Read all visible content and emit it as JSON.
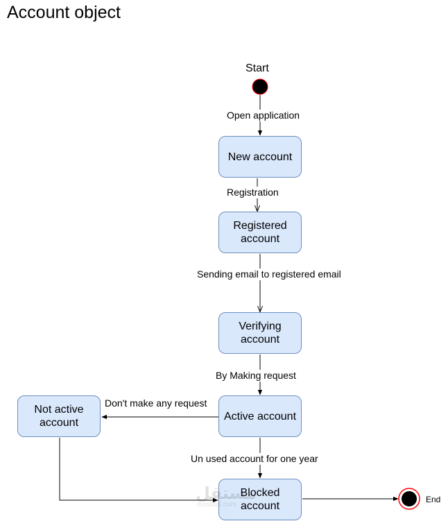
{
  "title": "Account object",
  "start_label": "Start",
  "end_label": "End",
  "states": {
    "new": "New account",
    "registered": "Registered account",
    "verifying": "Verifying account",
    "active": "Active account",
    "not_active": "Not active account",
    "blocked": "Blocked account"
  },
  "transitions": {
    "open_application": "Open application",
    "registration": "Registration",
    "sending_email": "Sending email to registered email",
    "by_making_request": "By Making request",
    "dont_make_request": "Don't make any request",
    "unused_account": "Un used account for one year"
  },
  "watermark": {
    "text": "مستقل",
    "sub": "mostaql.com"
  },
  "colors": {
    "state_fill": "#dae8fc",
    "state_border": "#6c8ebf",
    "terminal_ring": "#ff0000",
    "edge": "#000000"
  }
}
